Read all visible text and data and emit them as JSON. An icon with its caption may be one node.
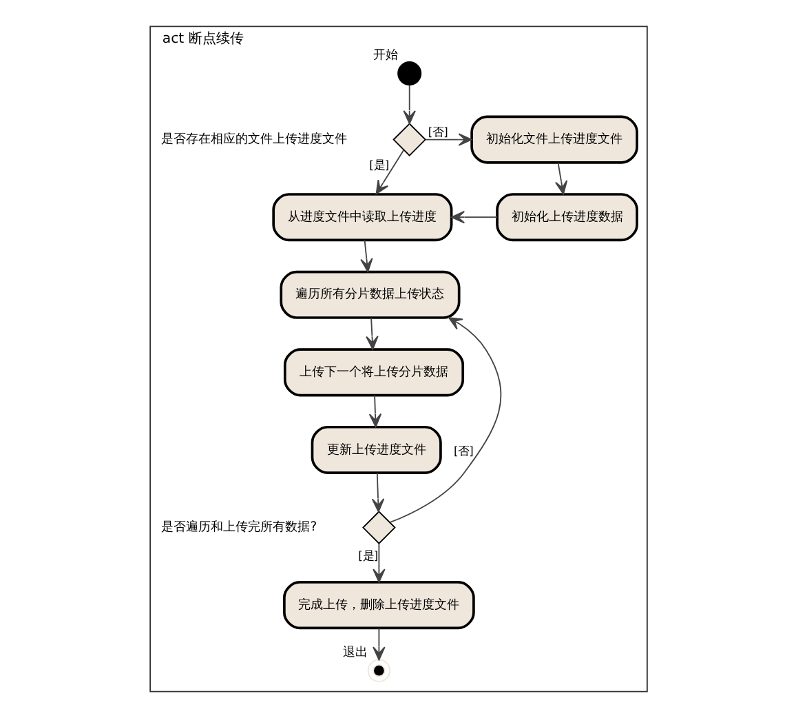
{
  "diagram": {
    "nodes": [
      {
        "text": [
          "act 断点续传"
        ]
      },
      {
        "text": [],
        "shape": "circle",
        "beside": [
          "开始"
        ],
        "in": 0
      },
      {
        "text": [],
        "shape": "diamond",
        "beside": [
          "是否存在相应的文件上传进度文件"
        ],
        "in": 0
      },
      {
        "text": [
          "初始化文件上传进度文件"
        ],
        "in": 0
      },
      {
        "text": [
          "初始化上传进度数据"
        ],
        "in": 0
      },
      {
        "text": [
          "从进度文件中读取上传进度"
        ],
        "in": 0
      },
      {
        "text": [
          "遍历所有分片数据上传状态"
        ],
        "in": 0
      },
      {
        "text": [
          "上传下一个将上传分片数据"
        ],
        "in": 0
      },
      {
        "text": [
          "更新上传进度文件"
        ],
        "in": 0
      },
      {
        "text": [],
        "shape": "diamond",
        "beside": [
          "是否遍历和上传完所有数据?"
        ],
        "in": 0
      },
      {
        "text": [
          "完成上传，删除上传进度文件"
        ],
        "in": 0
      },
      {
        "text": [],
        "shape": "circle",
        "beside": [
          "退出"
        ],
        "in": 0
      }
    ],
    "edges": [
      {
        "from": 1,
        "to": 2,
        "arrow": "to"
      },
      {
        "from": 2,
        "to": 3,
        "arrow": "to",
        "label": "[否]"
      },
      {
        "from": 3,
        "to": 4,
        "arrow": "to"
      },
      {
        "from": 4,
        "to": 5,
        "arrow": "to"
      },
      {
        "from": 2,
        "to": 5,
        "arrow": "to",
        "label": "[是]"
      },
      {
        "from": 5,
        "to": 6,
        "arrow": "to"
      },
      {
        "from": 6,
        "to": 7,
        "arrow": "to"
      },
      {
        "from": 7,
        "to": 8,
        "arrow": "to"
      },
      {
        "from": 8,
        "to": 9,
        "arrow": "to"
      },
      {
        "from": 9,
        "to": 6,
        "arrow": "to",
        "label": "[否]"
      },
      {
        "from": 9,
        "to": 10,
        "arrow": "to",
        "label": "[是]"
      },
      {
        "from": 10,
        "to": 11,
        "arrow": "to"
      }
    ]
  }
}
